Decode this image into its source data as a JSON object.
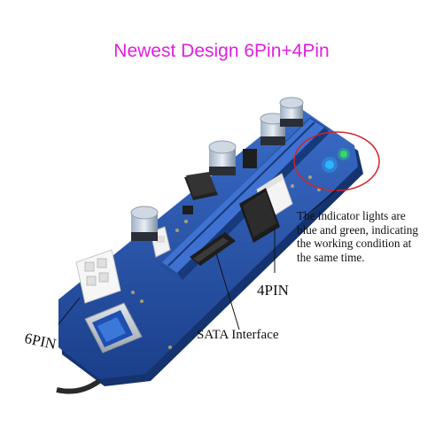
{
  "title": "Newest Design 6Pin+4Pin",
  "labels": {
    "indicator_lines": [
      "The indicator lights are",
      "blue and green, indicating",
      "the working condition at",
      "the same time."
    ],
    "pin4": "4PIN",
    "sata": "SATA Interface",
    "pin6": "6PIN"
  },
  "colors": {
    "title": "#e020e0",
    "pcb": "#1f4fa3",
    "callout_circle": "#d2232a"
  }
}
